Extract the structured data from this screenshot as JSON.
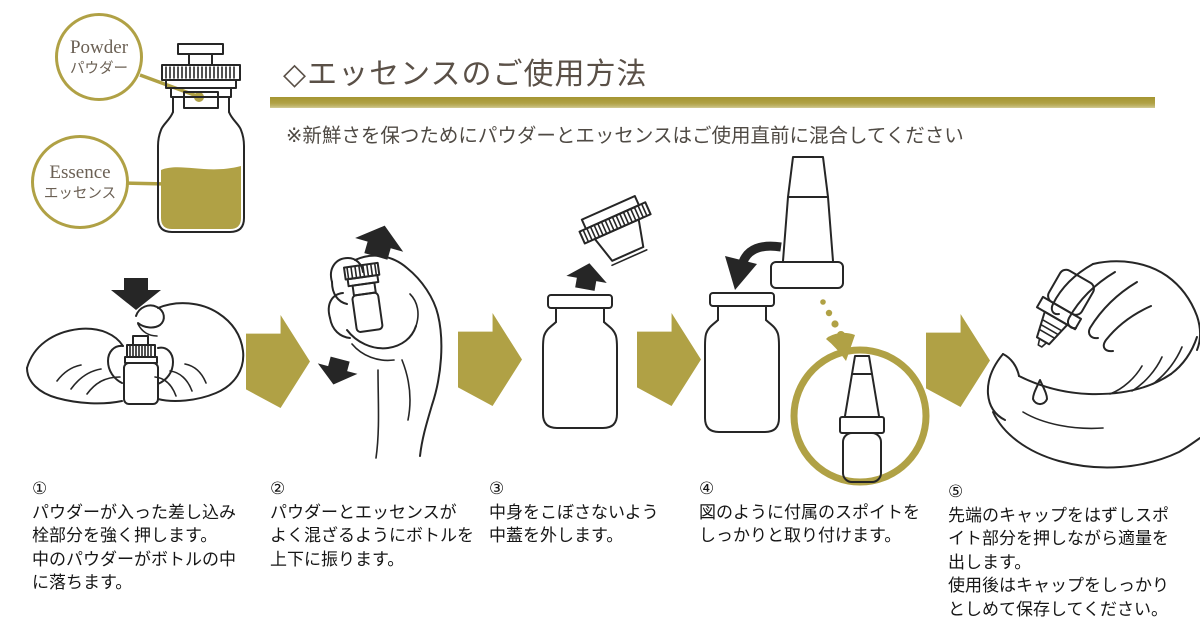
{
  "colors": {
    "gold": "#b0a145",
    "gold_bar_light": "#d3cb96",
    "ink": "#262626",
    "title": "#5a5047",
    "note": "#4f4a44",
    "caption": "#161616",
    "label": "#6b6054"
  },
  "legend": {
    "powder_en": "Powder",
    "powder_ja": "パウダー",
    "essence_en": "Essence",
    "essence_ja": "エッセンス"
  },
  "header": {
    "title": "◇エッセンスのご使用方法",
    "note": "※新鮮さを保つためにパウダーとエッセンスはご使用直前に混合してください"
  },
  "steps": [
    {
      "number": "①",
      "text": "パウダーが入った差し込み\n栓部分を強く押します。\n中のパウダーがボトルの中\nに落ちます。"
    },
    {
      "number": "②",
      "text": "パウダーとエッセンスが\nよく混ざるようにボトルを\n上下に振ります。"
    },
    {
      "number": "③",
      "text": "中身をこぼさないよう\n中蓋を外します。"
    },
    {
      "number": "④",
      "text": "図のように付属のスポイトを\nしっかりと取り付けます。"
    },
    {
      "number": "⑤",
      "text": "先端のキャップをはずしスポ\nイト部分を押しながら適量を\n出します。\n使用後はキャップをしっかり\nとしめて保存してください。"
    }
  ],
  "icons": {
    "step_arrow": "right-arrow",
    "press_arrow": "down-arrow",
    "shake_arrows": "up-down-arrows",
    "remove_arrow": "up-arrow",
    "attach_arrow": "curved-down-arrow",
    "dotted_arrow": "gold-dotted-arrow",
    "focus_ring": "circle-highlight"
  }
}
